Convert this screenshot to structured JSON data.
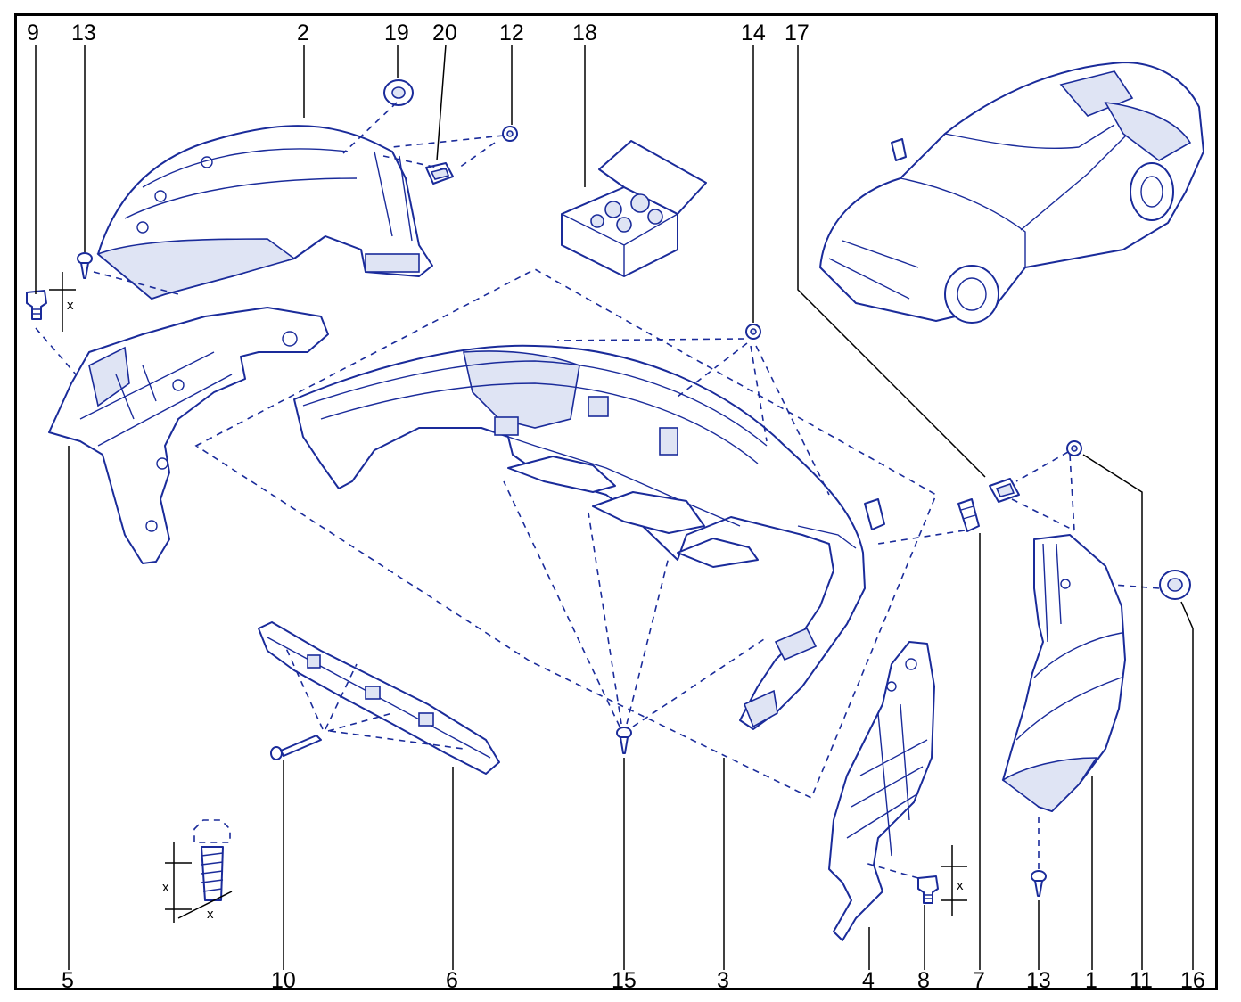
{
  "diagram": {
    "title": "",
    "top_callouts": [
      {
        "id": "9",
        "label": "9"
      },
      {
        "id": "13",
        "label": "13"
      },
      {
        "id": "2",
        "label": "2"
      },
      {
        "id": "19",
        "label": "19"
      },
      {
        "id": "20",
        "label": "20"
      },
      {
        "id": "12",
        "label": "12"
      },
      {
        "id": "18",
        "label": "18"
      },
      {
        "id": "14",
        "label": "14"
      },
      {
        "id": "17",
        "label": "17"
      }
    ],
    "bottom_callouts": [
      {
        "id": "5",
        "label": "5"
      },
      {
        "id": "10",
        "label": "10"
      },
      {
        "id": "6",
        "label": "6"
      },
      {
        "id": "15",
        "label": "15"
      },
      {
        "id": "3",
        "label": "3"
      },
      {
        "id": "4",
        "label": "4"
      },
      {
        "id": "8",
        "label": "8"
      },
      {
        "id": "7",
        "label": "7"
      },
      {
        "id": "13b",
        "label": "13"
      },
      {
        "id": "1",
        "label": "1"
      },
      {
        "id": "11",
        "label": "11"
      },
      {
        "id": "16",
        "label": "16"
      }
    ],
    "dimension_labels": {
      "clip_left": "x",
      "clip_right": "x",
      "bolt_height": "x",
      "bolt_width": "x"
    },
    "line_color": "#1a2b9a"
  }
}
